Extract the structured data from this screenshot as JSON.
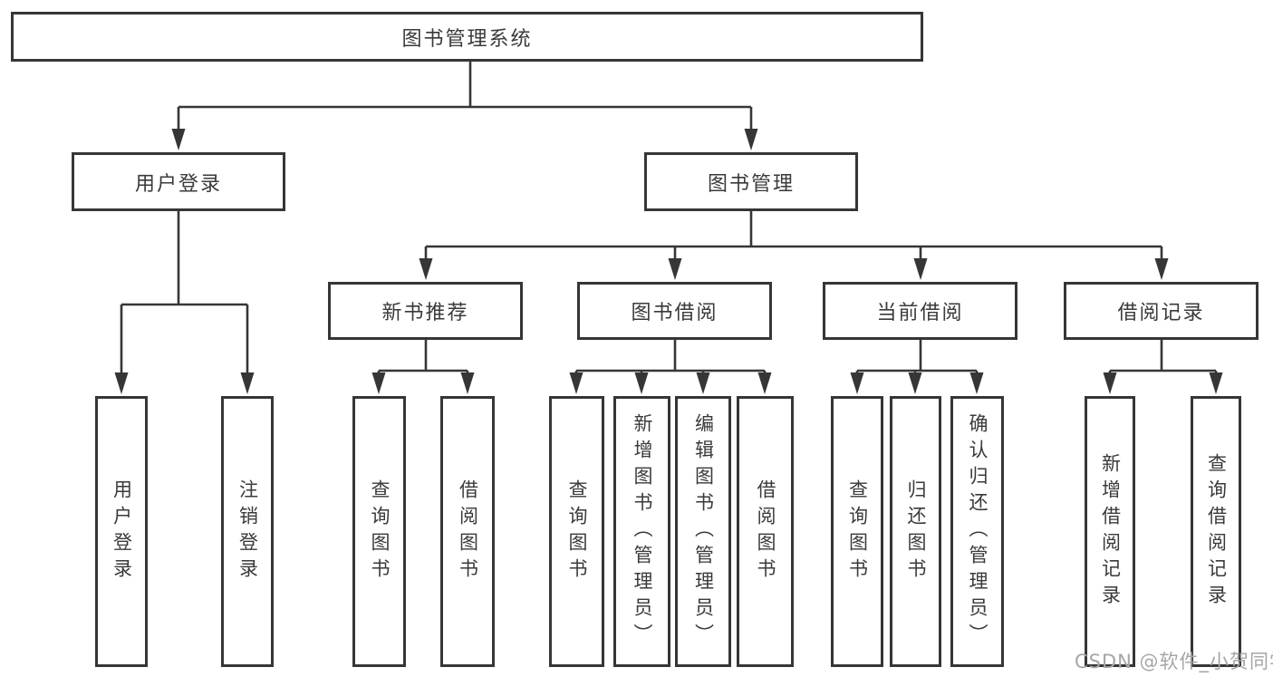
{
  "diagram": {
    "root": {
      "label": "图书管理系统"
    },
    "level2": [
      {
        "label": "用户登录"
      },
      {
        "label": "图书管理"
      }
    ],
    "level3": [
      {
        "label": "新书推荐"
      },
      {
        "label": "图书借阅"
      },
      {
        "label": "当前借阅"
      },
      {
        "label": "借阅记录"
      }
    ],
    "leaves": {
      "user_login": [
        {
          "label": "用户登录"
        },
        {
          "label": "注销登录"
        }
      ],
      "new_book": [
        {
          "label": "查询图书"
        },
        {
          "label": "借阅图书"
        }
      ],
      "book_borrow": [
        {
          "label": "查询图书"
        },
        {
          "label": "新增图书（管理员）"
        },
        {
          "label": "编辑图书（管理员）"
        },
        {
          "label": "借阅图书"
        }
      ],
      "current_borrow": [
        {
          "label": "查询图书"
        },
        {
          "label": "归还图书"
        },
        {
          "label": "确认归还（管理员）"
        }
      ],
      "borrow_record": [
        {
          "label": "新增借阅记录"
        },
        {
          "label": "查询借阅记录"
        }
      ]
    }
  },
  "watermark": {
    "text": "CSDN @软件_小贺同学"
  },
  "colors": {
    "line": "#363636",
    "text": "#3a3a3a",
    "watermark": "#a6a6a6",
    "background": "#ffffff"
  }
}
